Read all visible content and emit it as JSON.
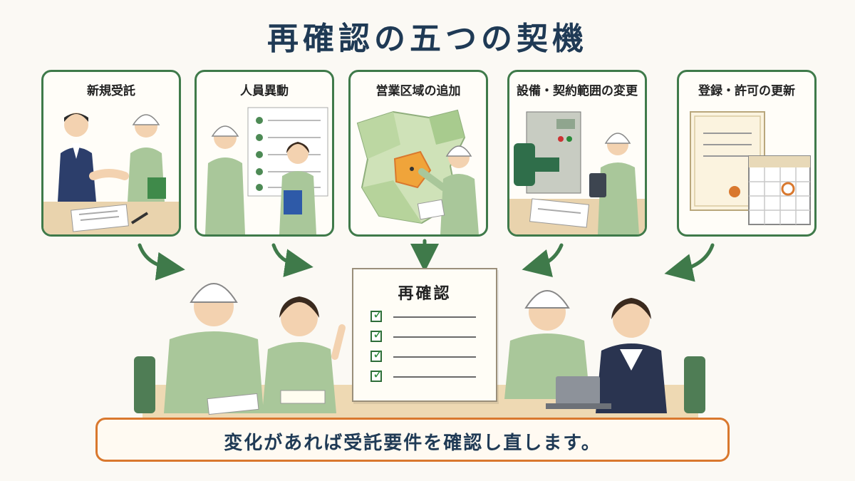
{
  "title": "再確認の五つの契機",
  "triggers": [
    {
      "label": "新規受託",
      "icon": "handshake-contract-icon"
    },
    {
      "label": "人員異動",
      "icon": "staff-roster-icon"
    },
    {
      "label": "営業区域の追加",
      "icon": "service-area-map-icon"
    },
    {
      "label": "設備・契約範囲の変更",
      "icon": "equipment-panel-icon"
    },
    {
      "label": "登録・許可の更新",
      "icon": "certificate-calendar-icon"
    }
  ],
  "checklist": {
    "title": "再確認",
    "items": 4
  },
  "message": "変化があれば受託要件を確認し直します。",
  "colors": {
    "title": "#1f3a55",
    "card_border": "#3f7a4a",
    "arrow": "#3f7a4a",
    "banner_border": "#d9782e",
    "uniform": "#a9c79a",
    "map_highlight": "#f0a43a"
  }
}
